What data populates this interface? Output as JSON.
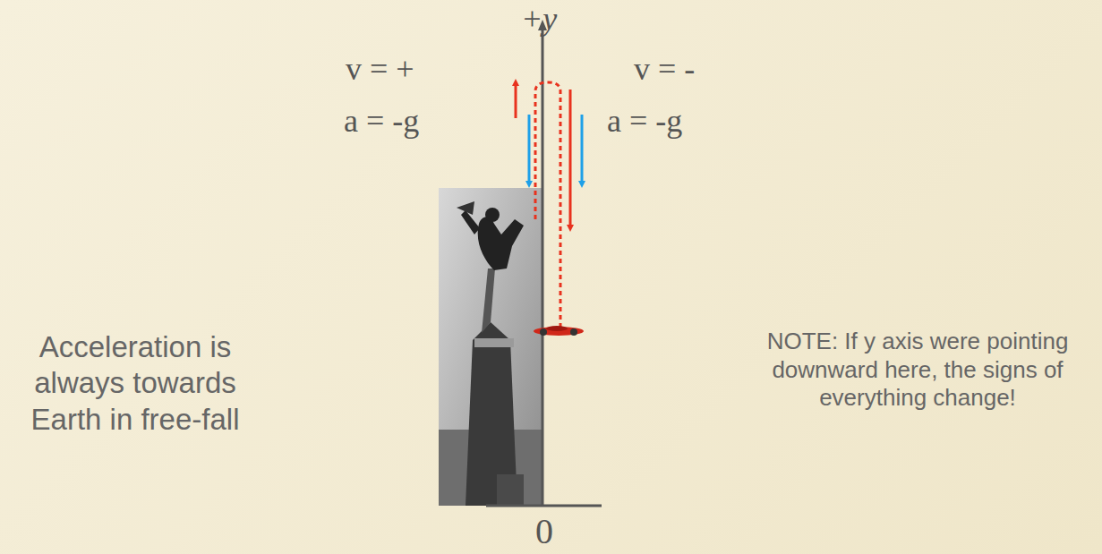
{
  "diagram": {
    "labels": [
      "+y",
      "v = +",
      "a = -g",
      "v = -",
      "a = -g",
      "Acceleration is always towards Earth in free-fall",
      "NOTE: If y axis were pointing downward here, the signs of everything change!",
      "0"
    ]
  }
}
